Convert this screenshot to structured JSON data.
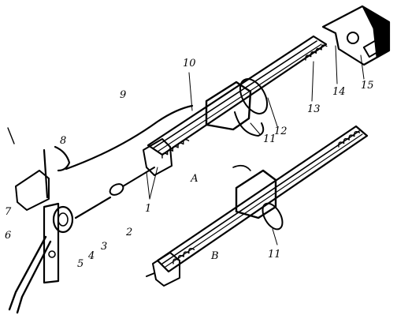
{
  "labels": {
    "n1": "1",
    "n2": "2",
    "n3": "3",
    "n4": "4",
    "n5": "5",
    "n6": "6",
    "n7": "7",
    "n8": "8",
    "n9": "9",
    "n10": "10",
    "n11a": "11",
    "n11b": "11",
    "n12": "12",
    "n13": "13",
    "n14": "14",
    "n15": "15",
    "assemblyA": "А",
    "assemblyB": "В"
  }
}
